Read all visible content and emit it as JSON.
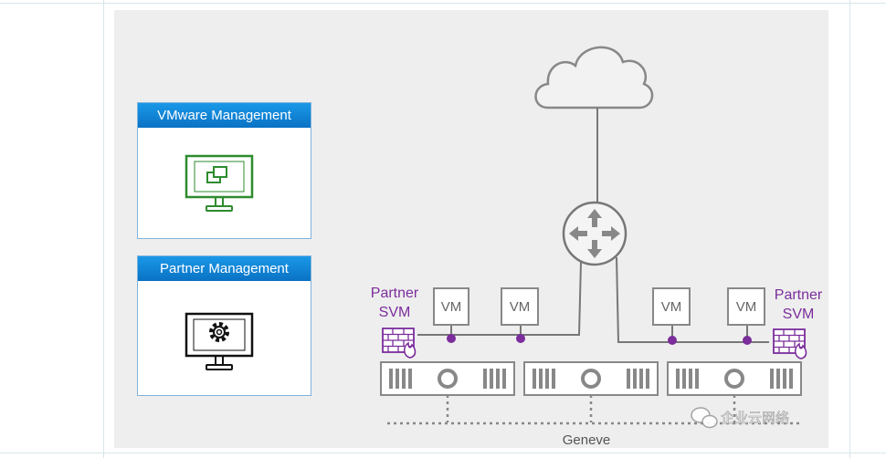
{
  "vmware_management": {
    "title": "VMware Management",
    "icon": "monitor-windows-icon",
    "icon_color": "#2e8b2e"
  },
  "partner_management": {
    "title": "Partner Management",
    "icon": "monitor-gear-icon",
    "icon_color": "#111111"
  },
  "partner_svm_left": {
    "line1": "Partner",
    "line2": "SVM"
  },
  "partner_svm_right": {
    "line1": "Partner",
    "line2": "SVM"
  },
  "vms": [
    "VM",
    "VM",
    "VM",
    "VM"
  ],
  "network_label": "Geneve",
  "watermark": "企业云网络",
  "colors": {
    "accent_purple": "#7b2d9c",
    "line_gray": "#777777",
    "header_blue": "#0a72c4"
  }
}
